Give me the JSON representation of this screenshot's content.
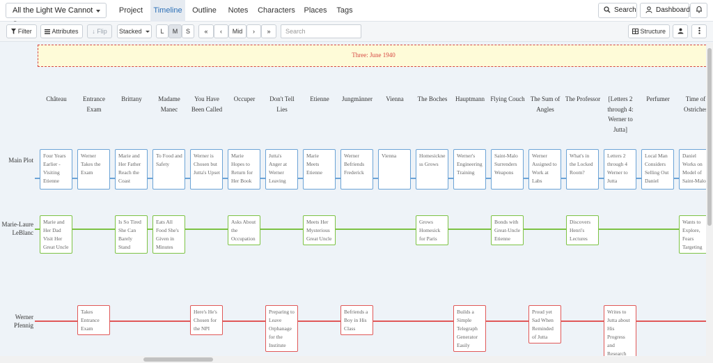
{
  "nav": {
    "project_title": "All the Light We Cannot See",
    "tabs": [
      {
        "label": "Project"
      },
      {
        "label": "Timeline"
      },
      {
        "label": "Outline"
      },
      {
        "label": "Notes"
      },
      {
        "label": "Characters"
      },
      {
        "label": "Places"
      },
      {
        "label": "Tags"
      }
    ],
    "active_tab": "Timeline",
    "search_label": "Search",
    "dashboard_label": "Dashboard"
  },
  "toolbar": {
    "filter_label": "Filter",
    "attributes_label": "Attributes",
    "flip_label": "Flip",
    "layout_label": "Stacked",
    "sizes": [
      "L",
      "M",
      "S"
    ],
    "active_size": "M",
    "nav_first": "«",
    "nav_prev": "‹",
    "nav_mid": "Mid",
    "nav_next": "›",
    "nav_last": "»",
    "search_placeholder": "Search",
    "structure_label": "Structure"
  },
  "timeline": {
    "chapter_title": "Three: June 1940",
    "columns": [
      "Château",
      "Entrance Exam",
      "Brittany",
      "Madame Manec",
      "You Have Been Called",
      "Occuper",
      "Don't Tell Lies",
      "Etienne",
      "Jungmänner",
      "Vienna",
      "The Boches",
      "Hauptmann",
      "Flying Couch",
      "The Sum of Angles",
      "The Professor",
      "[Letters 2 through 4: Werner to Jutta]",
      "Perfumer",
      "Time of Ostriches"
    ],
    "rows": [
      {
        "label": "Main Plot",
        "color": "#6ba3d6",
        "cards": [
          {
            "col": 0,
            "text": "Four Years Earlier - Visiting Etienne"
          },
          {
            "col": 1,
            "text": "Werner Takes the Exam"
          },
          {
            "col": 2,
            "text": "Marie and Her Father Reach the Coast"
          },
          {
            "col": 3,
            "text": "To Food and Safety"
          },
          {
            "col": 4,
            "text": "Werner is Chosen but Jutta's Upset"
          },
          {
            "col": 5,
            "text": "Marie Hopes to Return for Her Book"
          },
          {
            "col": 6,
            "text": "Jutta's Anger at Werner Leaving"
          },
          {
            "col": 7,
            "text": "Marie Meets Etienne"
          },
          {
            "col": 8,
            "text": "Werner Befriends Frederick"
          },
          {
            "col": 9,
            "text": "Vienna"
          },
          {
            "col": 10,
            "text": "Homesickness Grows"
          },
          {
            "col": 11,
            "text": "Werner's Engineering Training"
          },
          {
            "col": 12,
            "text": "Saint-Malo Surrenders Weapons"
          },
          {
            "col": 13,
            "text": "Werner Assigned to Work at Labs"
          },
          {
            "col": 14,
            "text": "What's in the Locked Room?"
          },
          {
            "col": 15,
            "text": "Letters 2 through 4 Werner to Jutta"
          },
          {
            "col": 16,
            "text": "Local Man Considers Selling Out Daniel"
          },
          {
            "col": 17,
            "text": "Daniel Works on Model of Saint-Malo"
          }
        ]
      },
      {
        "label": "Marie-Laure LeBlanc",
        "color": "#7cc243",
        "cards": [
          {
            "col": 0,
            "text": "Marie and Her Dad Visit Her Great Uncle"
          },
          {
            "col": 2,
            "text": "Is So Tired She Can Barely Stand"
          },
          {
            "col": 3,
            "text": "Eats All Food She's Given in Minutes"
          },
          {
            "col": 5,
            "text": "Asks About the Occupation"
          },
          {
            "col": 7,
            "text": "Meets Her Mysterious Great Uncle"
          },
          {
            "col": 10,
            "text": "Grows Homesick for Paris"
          },
          {
            "col": 12,
            "text": "Bonds with Great-Uncle Etienne"
          },
          {
            "col": 14,
            "text": "Discovers Henri's Lectures"
          },
          {
            "col": 17,
            "text": "Wants to Explore, Fears Targeting"
          }
        ]
      },
      {
        "label": "Werner Pfennig",
        "color": "#e05757",
        "cards": [
          {
            "col": 1,
            "text": "Takes Entrance Exam"
          },
          {
            "col": 4,
            "text": "Here's He's Chosen for the NPI"
          },
          {
            "col": 6,
            "text": "Preparing to Leave Orphanage for the Institute"
          },
          {
            "col": 8,
            "text": "Befriends a Boy in His Class"
          },
          {
            "col": 11,
            "text": "Builds a Simple Telegraph Generator Easily"
          },
          {
            "col": 13,
            "text": "Proud yet Sad When Reminded of Jutta"
          },
          {
            "col": 15,
            "text": "Writes to Jutta about His Progress and Research"
          }
        ]
      }
    ]
  },
  "icons": {
    "filter": "filter-icon",
    "attributes": "list-icon",
    "flip": "flip-icon",
    "search": "search-icon",
    "dashboard": "user-icon",
    "bell": "bell-icon",
    "structure": "structure-icon",
    "person": "person-icon",
    "more": "more-icon"
  },
  "colors": {
    "accent": "#2b6fb6",
    "main_plot": "#6ba3d6",
    "marie": "#7cc243",
    "werner": "#e05757",
    "chapter_border": "#d64541",
    "chapter_bg": "#fefbd8"
  }
}
